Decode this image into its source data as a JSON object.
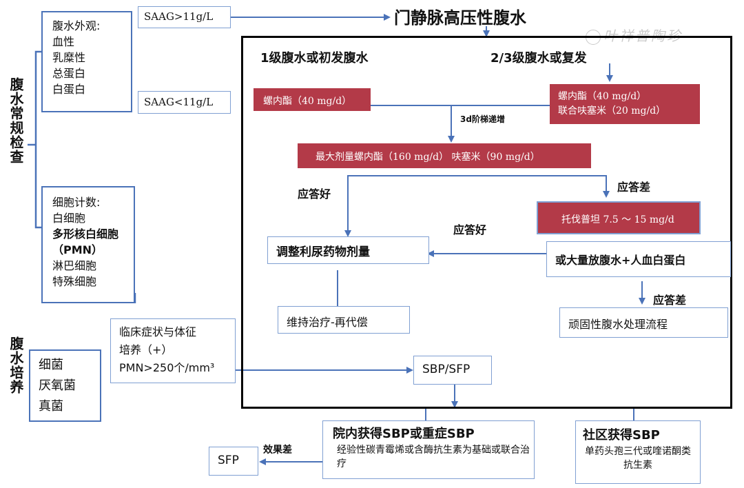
{
  "left": {
    "routine_check_label": "腹水常规检查",
    "culture_label": "腹水培养",
    "appearance_box": {
      "title": "腹水外观:",
      "items": [
        "血性",
        "乳糜性",
        "总蛋白",
        "白蛋白"
      ]
    },
    "cell_count_box": {
      "title": "细胞计数:",
      "items": [
        "白细胞",
        "多形核白细胞",
        "（PMN）",
        "淋巴细胞",
        "特殊细胞"
      ]
    },
    "culture_box": {
      "items": [
        "细菌",
        "厌氧菌",
        "真菌"
      ]
    }
  },
  "saag": {
    "high": "SAAG>11g/L",
    "low": "SAAG<11g/L"
  },
  "portal_title": "门静脉高压性腹水",
  "watermark": "叶祥普陶珍",
  "main": {
    "grade1": "1级腹水或初发腹水",
    "grade23": "2/3级腹水或复发",
    "spiro1": "螺内酯（40 mg/d）",
    "spiro2_line1": "螺内酯（40 mg/d）",
    "spiro2_line2": "联合呋塞米（20 mg/d）",
    "stepup": "3d阶梯递增",
    "maxdose": "最大剂量螺内酯（160 mg/d） 呋塞米（90 mg/d）",
    "good_response_1": "应答好",
    "poor_response_1": "应答差",
    "tolvaptan": "托伐普坦 7.5 ～ 15 mg/d",
    "good_response_2": "应答好",
    "adjust": "调整利尿药物剂量",
    "paracentesis": "或大量放腹水+人血白蛋白",
    "maintain": "维持治疗-再代偿",
    "poor_response_2": "应答差",
    "refractory": "顽固性腹水处理流程"
  },
  "infection": {
    "criteria_line1": "临床症状与体征",
    "criteria_line2": "培养（+）",
    "criteria_line3": "PMN>250个/mm³",
    "sbp": "SBP/SFP",
    "hospital_title": "院内获得SBP或重症SBP",
    "hospital_body": "经验性碳青霉烯或含酶抗生素为基础或联合治疗",
    "community_title": "社区获得SBP",
    "community_body": "单药头孢三代或喹诺酮类抗生素",
    "poor_effect": "效果差",
    "sfp": "SFP"
  },
  "colors": {
    "arrow_blue": "#4a72b8",
    "red_box": "#b33a48",
    "black_frame": "#000000"
  }
}
